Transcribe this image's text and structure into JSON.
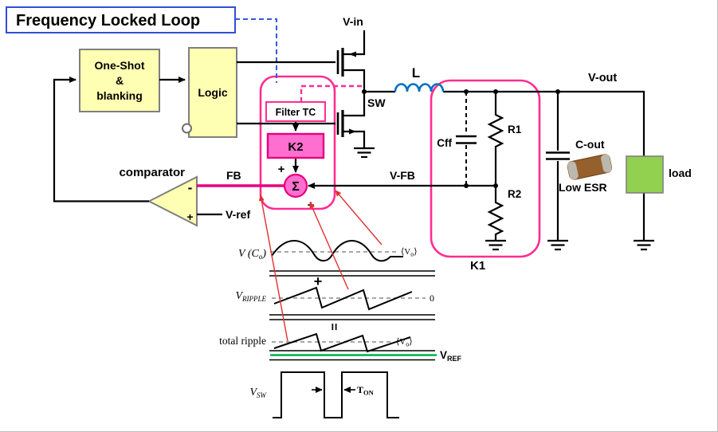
{
  "header": {
    "title": "Frequency Locked Loop"
  },
  "blocks": {
    "one_shot": {
      "line1": "One-Shot",
      "line2": "&",
      "line3": "blanking"
    },
    "logic": {
      "label": "Logic"
    },
    "filter_tc": {
      "label": "Filter TC"
    },
    "k2": {
      "label": "K2"
    },
    "sigma": {
      "symbol": "Σ",
      "plus_top": "+",
      "plus_bottom": "+"
    },
    "comparator": {
      "label": "comparator",
      "minus_input": "-",
      "plus_input": "+"
    },
    "k1": {
      "label": "K1"
    },
    "load": {
      "label": "load"
    }
  },
  "net_labels": {
    "v_in": "V-in",
    "sw": "SW",
    "inductor": "L",
    "v_out": "V-out",
    "cff": "Cff",
    "r1": "R1",
    "r2": "R2",
    "c_out": "C-out",
    "low_esr": "Low ESR",
    "fb": "FB",
    "v_fb": "V-FB",
    "v_ref": "V-ref"
  },
  "waveforms": {
    "vco_label": {
      "pre": "V (C",
      "sub": "o",
      "post": ")"
    },
    "vripple_label": {
      "pre": "V",
      "sub": "RIPPLE"
    },
    "total_ripple_label": "total ripple",
    "vsw_label": {
      "pre": "V",
      "sub": "SW"
    },
    "avg_vo_row1": {
      "pre": "⟨V",
      "sub": "o",
      "post": "⟩"
    },
    "avg_vo_row3": {
      "pre": "⟨V",
      "sub": "o",
      "post": "⟩"
    },
    "zero_label": "0",
    "vref_label": {
      "pre": "V",
      "sub": "REF"
    },
    "ton_label": {
      "pre": "T",
      "sub": "ON"
    },
    "plus_operator": "+",
    "equals_operator": "="
  },
  "colors": {
    "pink_outline": "#ff2d92",
    "magenta_fill": "#ff6fd0",
    "magenta_line": "#e6007e",
    "yellow_block": "#ffffb3",
    "blue_net": "#0070c0",
    "vref_green": "#00b050",
    "load_green": "#92d050",
    "dashed_blue": "#3a58d6",
    "annotation_red": "#e03030"
  }
}
